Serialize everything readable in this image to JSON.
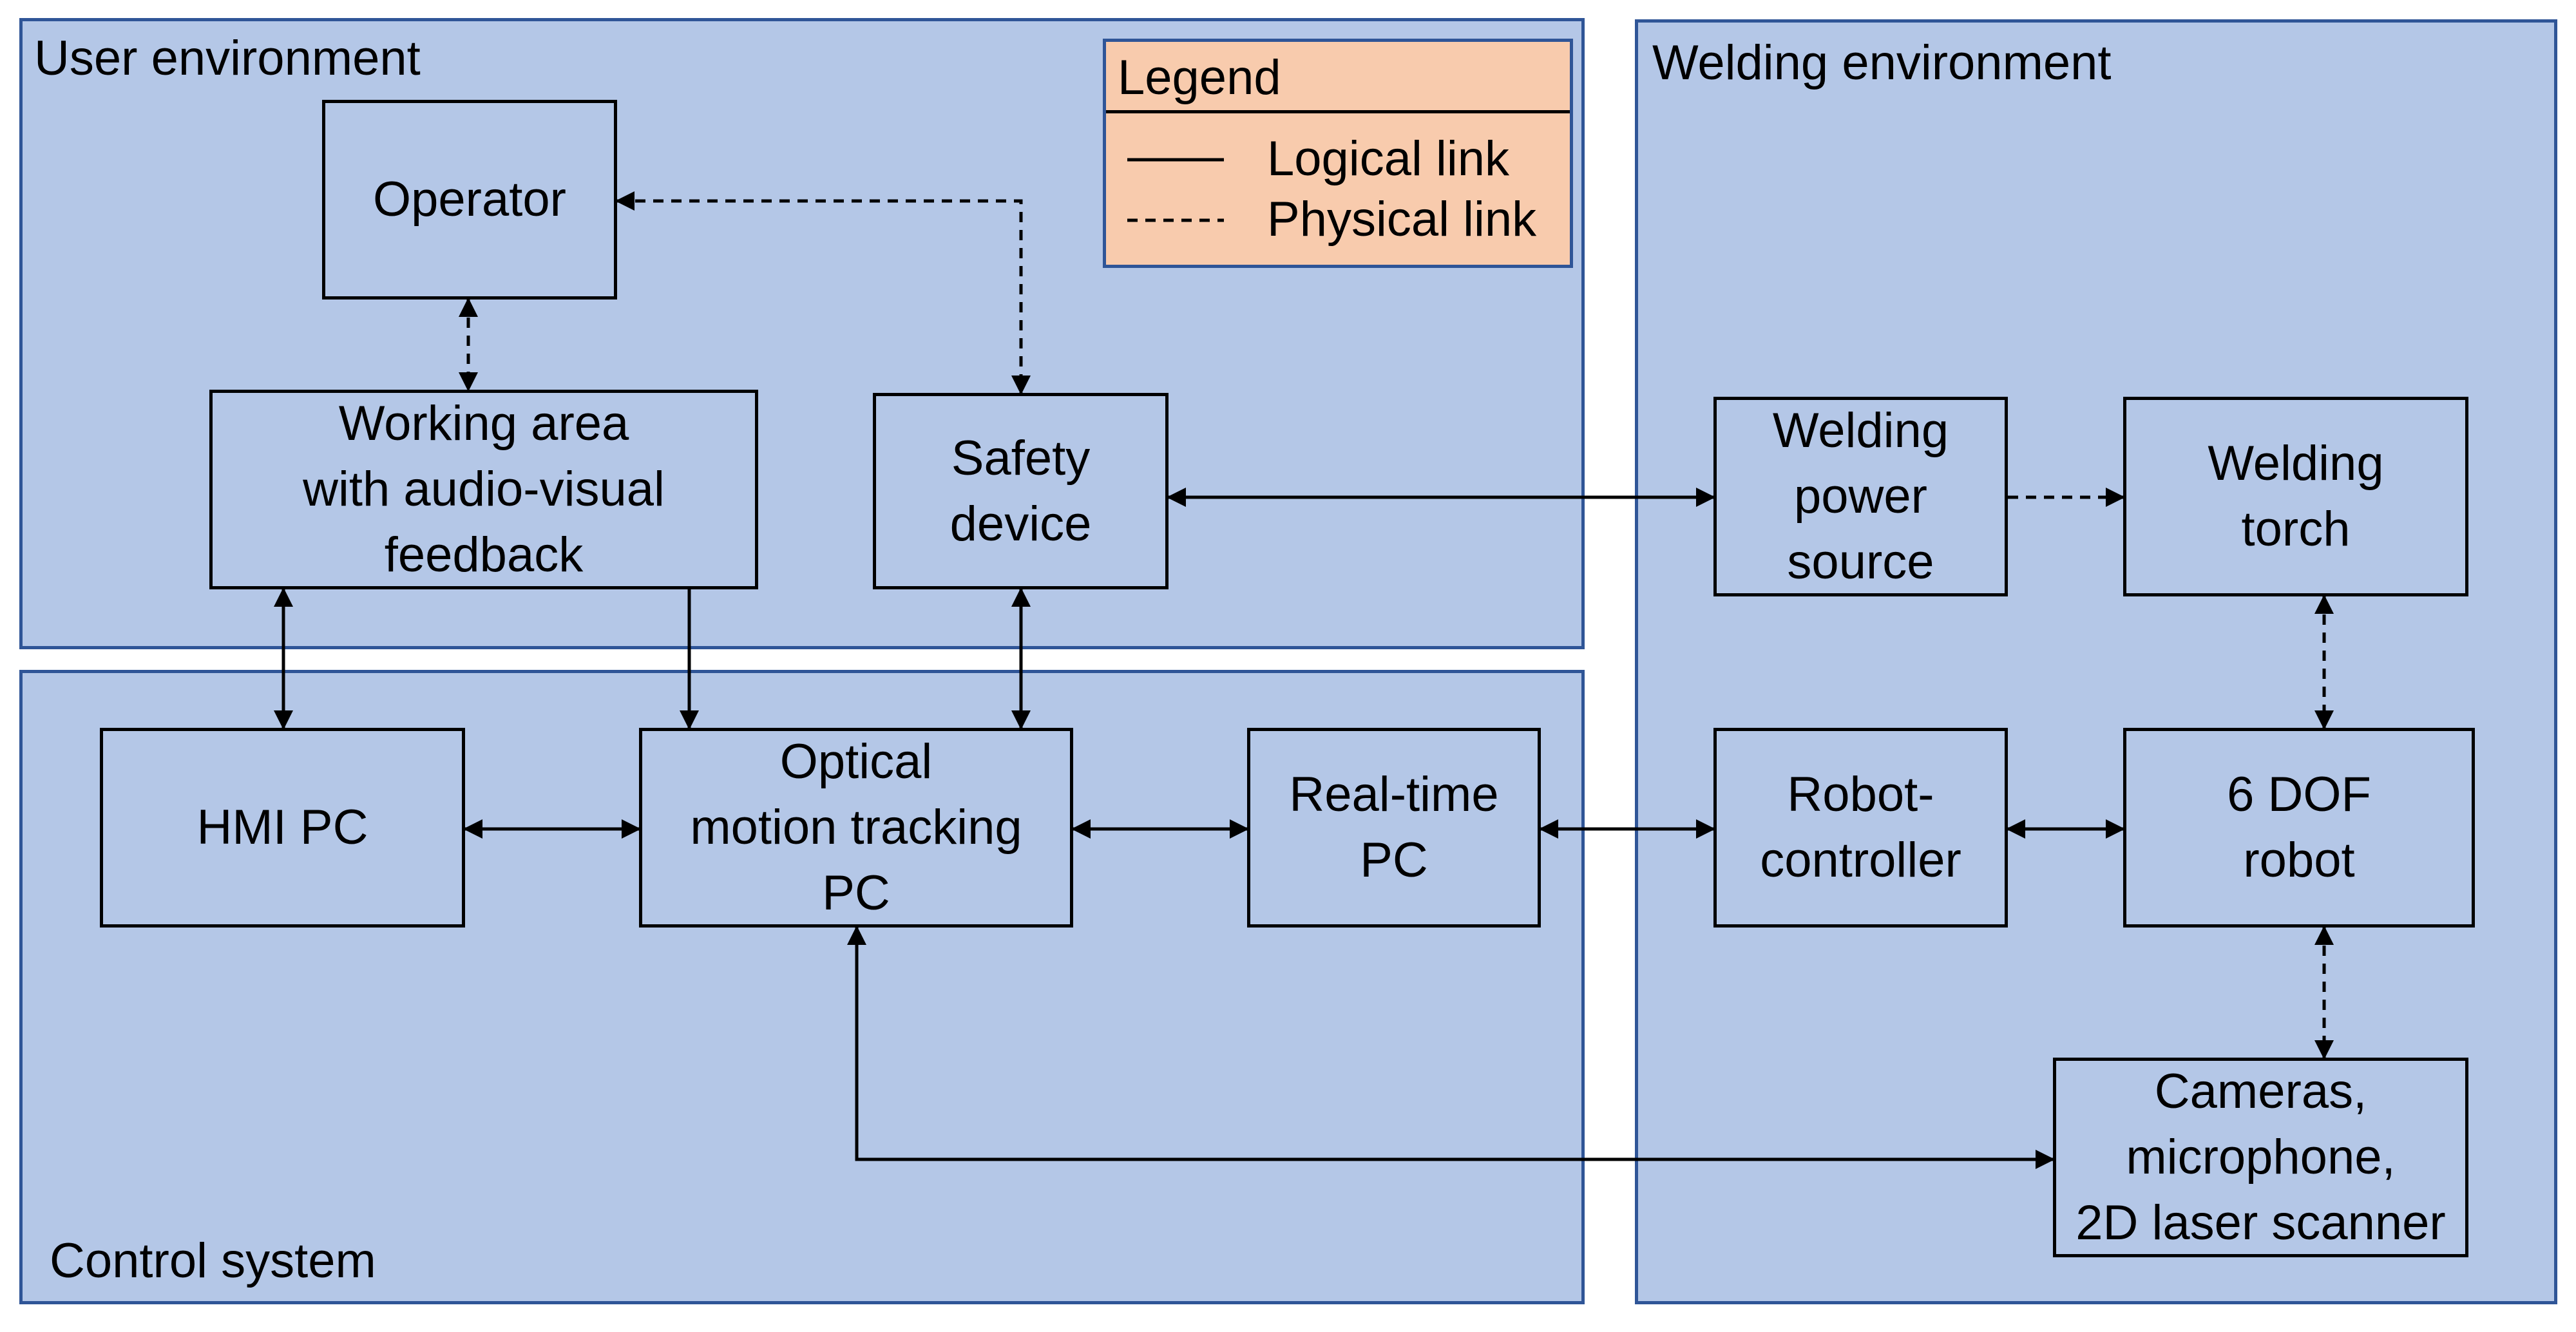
{
  "regions": {
    "user_environment": "User environment",
    "control_system": "Control system",
    "welding_environment": "Welding environment"
  },
  "legend": {
    "title": "Legend",
    "logical_link": "Logical link",
    "physical_link": "Physical link"
  },
  "nodes": {
    "operator": "Operator",
    "working_area": "Working area\nwith audio-visual\nfeedback",
    "safety_device": "Safety\ndevice",
    "hmi_pc": "HMI PC",
    "optical_tracking_pc": "Optical\nmotion tracking\nPC",
    "realtime_pc": "Real-time\nPC",
    "welding_power_source": "Welding\npower\nsource",
    "welding_torch": "Welding\ntorch",
    "robot_controller": "Robot-\ncontroller",
    "robot_6dof": "6 DOF\nrobot",
    "cameras": "Cameras,\nmicrophone,\n2D laser scanner"
  },
  "colors": {
    "region_fill": "#b4c7e7",
    "region_border": "#2f5597",
    "legend_fill": "#f8cbad",
    "line": "#000000"
  }
}
